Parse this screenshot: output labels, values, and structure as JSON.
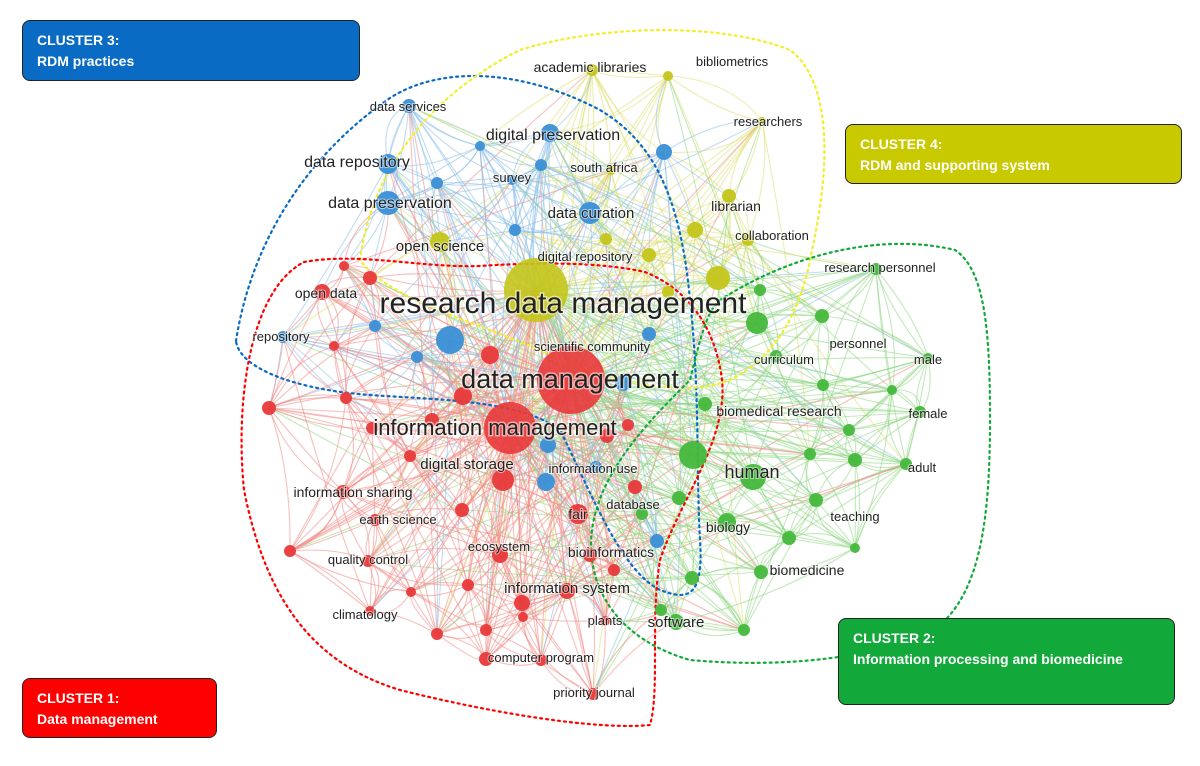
{
  "clusters": {
    "c1": {
      "title": "CLUSTER 1:",
      "subtitle": "Data management",
      "color": "#ff0000"
    },
    "c2": {
      "title": "CLUSTER 2:",
      "subtitle": "Information processing and biomedicine",
      "color": "#12a83a"
    },
    "c3": {
      "title": "CLUSTER 3:",
      "subtitle": "RDM practices",
      "color": "#0a6bc4"
    },
    "c4": {
      "title": "CLUSTER 4:",
      "subtitle": "RDM and supporting system",
      "color": "#c9c900"
    }
  },
  "node_colors": {
    "red": "#e8393a",
    "green": "#45b83c",
    "blue": "#3a8fd6",
    "yellow": "#c4c51a"
  },
  "edge_colors": {
    "red": "#f08a85",
    "green": "#8fd784",
    "blue": "#8cbfe8",
    "yellow": "#dede70"
  },
  "labels": [
    {
      "id": "research-data-management",
      "text": "research data management",
      "cluster": "yellow"
    },
    {
      "id": "data-management",
      "text": "data management",
      "cluster": "red"
    },
    {
      "id": "information-management",
      "text": "information management",
      "cluster": "red"
    },
    {
      "id": "academic-libraries",
      "text": "academic libraries",
      "cluster": "yellow"
    },
    {
      "id": "bibliometrics",
      "text": "bibliometrics",
      "cluster": "yellow"
    },
    {
      "id": "researchers",
      "text": "researchers",
      "cluster": "yellow"
    },
    {
      "id": "data-services",
      "text": "data services",
      "cluster": "blue"
    },
    {
      "id": "digital-preservation",
      "text": "digital preservation",
      "cluster": "blue"
    },
    {
      "id": "data-repository",
      "text": "data repository",
      "cluster": "blue"
    },
    {
      "id": "south-africa",
      "text": "south africa",
      "cluster": "yellow"
    },
    {
      "id": "survey",
      "text": "survey",
      "cluster": "blue"
    },
    {
      "id": "data-preservation",
      "text": "data preservation",
      "cluster": "blue"
    },
    {
      "id": "data-curation",
      "text": "data curation",
      "cluster": "blue"
    },
    {
      "id": "librarian",
      "text": "librarian",
      "cluster": "yellow"
    },
    {
      "id": "open-science",
      "text": "open science",
      "cluster": "yellow"
    },
    {
      "id": "collaboration",
      "text": "collaboration",
      "cluster": "yellow"
    },
    {
      "id": "digital-repository",
      "text": "digital repository",
      "cluster": "yellow"
    },
    {
      "id": "research-personnel",
      "text": "research personnel",
      "cluster": "green"
    },
    {
      "id": "open-data",
      "text": "open data",
      "cluster": "red"
    },
    {
      "id": "repository",
      "text": "repository",
      "cluster": "blue"
    },
    {
      "id": "scientific-community",
      "text": "scientific community",
      "cluster": "red"
    },
    {
      "id": "personnel",
      "text": "personnel",
      "cluster": "green"
    },
    {
      "id": "curriculum",
      "text": "curriculum",
      "cluster": "green"
    },
    {
      "id": "male",
      "text": "male",
      "cluster": "green"
    },
    {
      "id": "biomedical-research",
      "text": "biomedical research",
      "cluster": "green"
    },
    {
      "id": "female",
      "text": "female",
      "cluster": "green"
    },
    {
      "id": "digital-storage",
      "text": "digital storage",
      "cluster": "red"
    },
    {
      "id": "information-use",
      "text": "information use",
      "cluster": "blue"
    },
    {
      "id": "human",
      "text": "human",
      "cluster": "green"
    },
    {
      "id": "adult",
      "text": "adult",
      "cluster": "green"
    },
    {
      "id": "information-sharing",
      "text": "information sharing",
      "cluster": "red"
    },
    {
      "id": "database",
      "text": "database",
      "cluster": "red"
    },
    {
      "id": "earth-science",
      "text": "earth science",
      "cluster": "red"
    },
    {
      "id": "fair",
      "text": "fair",
      "cluster": "red"
    },
    {
      "id": "teaching",
      "text": "teaching",
      "cluster": "green"
    },
    {
      "id": "biology",
      "text": "biology",
      "cluster": "green"
    },
    {
      "id": "ecosystem",
      "text": "ecosystem",
      "cluster": "red"
    },
    {
      "id": "bioinformatics",
      "text": "bioinformatics",
      "cluster": "red"
    },
    {
      "id": "quality-control",
      "text": "quality control",
      "cluster": "red"
    },
    {
      "id": "biomedicine",
      "text": "biomedicine",
      "cluster": "green"
    },
    {
      "id": "information-system",
      "text": "information system",
      "cluster": "red"
    },
    {
      "id": "climatology",
      "text": "climatology",
      "cluster": "red"
    },
    {
      "id": "plants",
      "text": "plants",
      "cluster": "red"
    },
    {
      "id": "software",
      "text": "software",
      "cluster": "green"
    },
    {
      "id": "computer-program",
      "text": "computer program",
      "cluster": "red"
    },
    {
      "id": "priority-journal",
      "text": "priority journal",
      "cluster": "red"
    }
  ]
}
